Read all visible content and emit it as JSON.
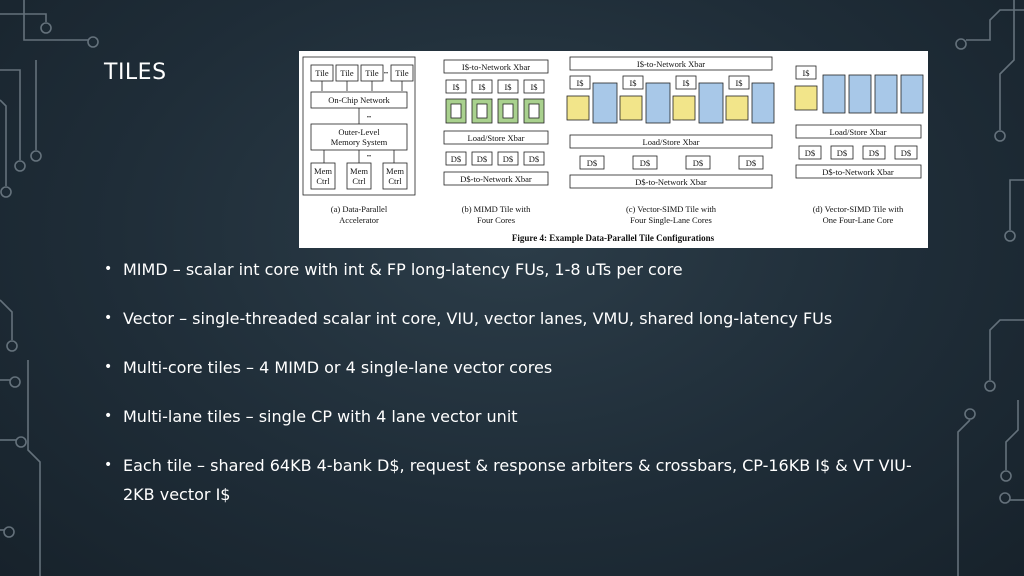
{
  "slide": {
    "title": "TILES"
  },
  "figure": {
    "caption": "Figure 4: Example Data-Parallel Tile Configurations",
    "panel_a": {
      "tiles": [
        "Tile",
        "Tile",
        "Tile",
        "Tile"
      ],
      "ellipsis": "••",
      "network": "On-Chip Network",
      "memory_line1": "Outer-Level",
      "memory_line2": "Memory System",
      "mem_ctrl_line1": "Mem",
      "mem_ctrl_line2": "Ctrl",
      "caption_line1": "(a) Data-Parallel",
      "caption_line2": "Accelerator"
    },
    "panel_b": {
      "top_xbar": "I$-to-Network Xbar",
      "icache": "I$",
      "ls_xbar": "Load/Store Xbar",
      "dcache": "D$",
      "bottom_xbar": "D$-to-Network Xbar",
      "caption_line1": "(b) MIMD Tile with",
      "caption_line2": "Four Cores"
    },
    "panel_c": {
      "top_xbar": "I$-to-Network Xbar",
      "icache": "I$",
      "ls_xbar": "Load/Store Xbar",
      "dcache": "D$",
      "bottom_xbar": "D$-to-Network Xbar",
      "caption_line1": "(c) Vector-SIMD Tile with",
      "caption_line2": "Four Single-Lane Cores"
    },
    "panel_d": {
      "icache": "I$",
      "ls_xbar": "Load/Store Xbar",
      "dcache": "D$",
      "bottom_xbar": "D$-to-Network Xbar",
      "caption_line1": "(d) Vector-SIMD Tile with",
      "caption_line2": "One Four-Lane Core"
    },
    "colors": {
      "green": "#a9d18e",
      "yellow": "#f2e58a",
      "blue": "#a8c8e8"
    }
  },
  "bullets": [
    "MIMD – scalar int core with int & FP long-latency FUs, 1-8 uTs per core",
    "Vector – single-threaded scalar int core, VIU, vector lanes, VMU, shared long-latency FUs",
    "Multi-core tiles – 4 MIMD or 4 single-lane vector cores",
    "Multi-lane tiles – single CP with 4 lane vector unit",
    "Each tile – shared 64KB 4-bank D$, request & response arbiters & crossbars, CP-16KB I$ & VT VIU-2KB vector I$"
  ],
  "bullet_marker": "•"
}
